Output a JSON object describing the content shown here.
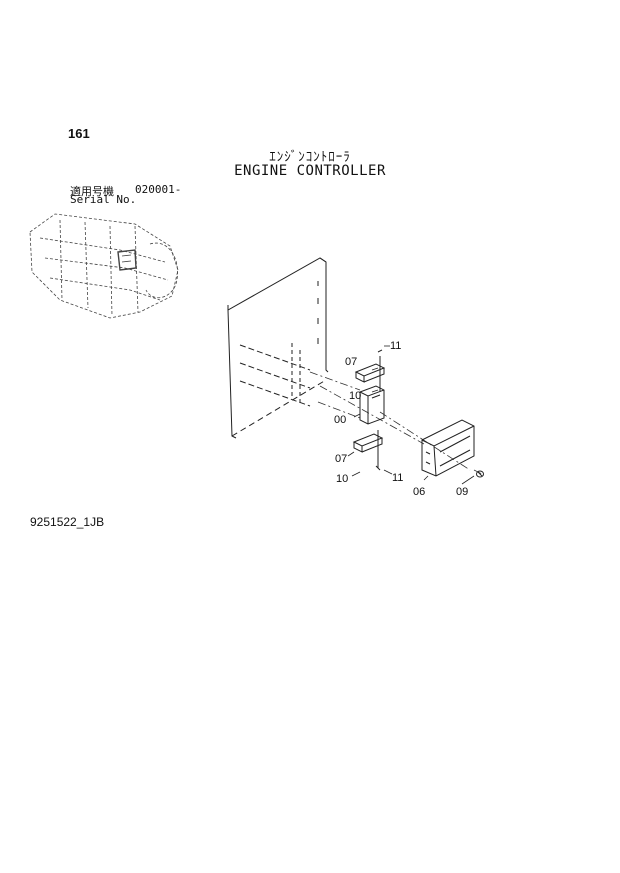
{
  "page": {
    "number": "161",
    "title_jp": "ｴﾝｼﾞﾝｺﾝﾄﾛｰﾗ",
    "title_en": "ENGINE CONTROLLER",
    "serial_label_jp": "適用号機",
    "serial_label_en": "Serial No.",
    "serial_value": "020001-",
    "doc_number": "9251522_1JB"
  },
  "callouts": {
    "c_11_top": "11",
    "c_07_top": "07",
    "c_10_top": "10",
    "c_00": "00",
    "c_07_bottom": "07",
    "c_10_bottom": "10",
    "c_11_bottom": "11",
    "c_06": "06",
    "c_09": "09"
  }
}
